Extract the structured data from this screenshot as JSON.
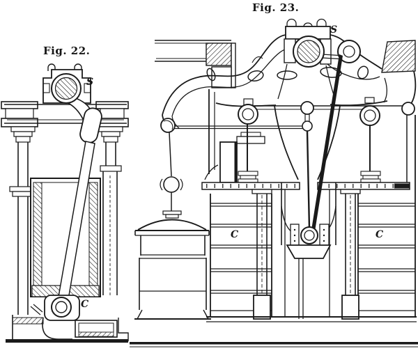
{
  "page": {
    "background": "#ffffff",
    "ink": "#1a1a1a",
    "description": "Engraved plate with two steam-engine figures"
  },
  "figure_22": {
    "title": "Fig. 22.",
    "labels": {
      "shaft": "S",
      "crank": "C"
    }
  },
  "figure_23": {
    "title": "Fig. 23.",
    "labels": {
      "shaft": "S",
      "condenser_left": "C",
      "condenser_right": "C"
    }
  }
}
